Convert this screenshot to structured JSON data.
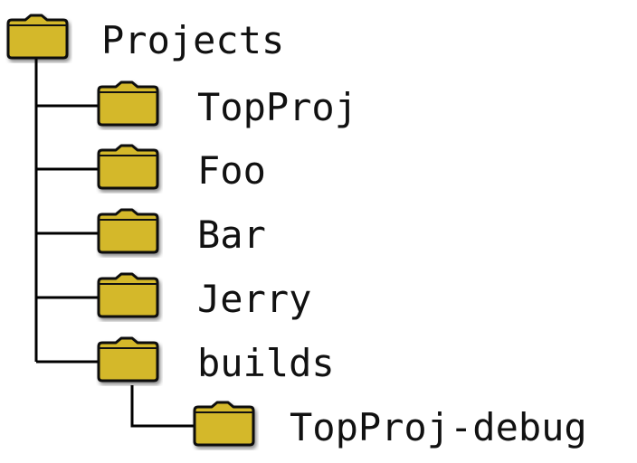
{
  "tree": {
    "root": {
      "label": "Projects",
      "icon": "folder-icon"
    },
    "children": [
      {
        "label": "TopProj",
        "icon": "folder-icon"
      },
      {
        "label": "Foo",
        "icon": "folder-icon"
      },
      {
        "label": "Bar",
        "icon": "folder-icon"
      },
      {
        "label": "Jerry",
        "icon": "folder-icon"
      },
      {
        "label": "builds",
        "icon": "folder-icon",
        "children": [
          {
            "label": "TopProj-debug",
            "icon": "folder-icon"
          }
        ]
      }
    ]
  },
  "colors": {
    "folder_fill": "#d4b82a",
    "folder_stroke": "#111111",
    "line": "#000000",
    "text": "#111111"
  }
}
